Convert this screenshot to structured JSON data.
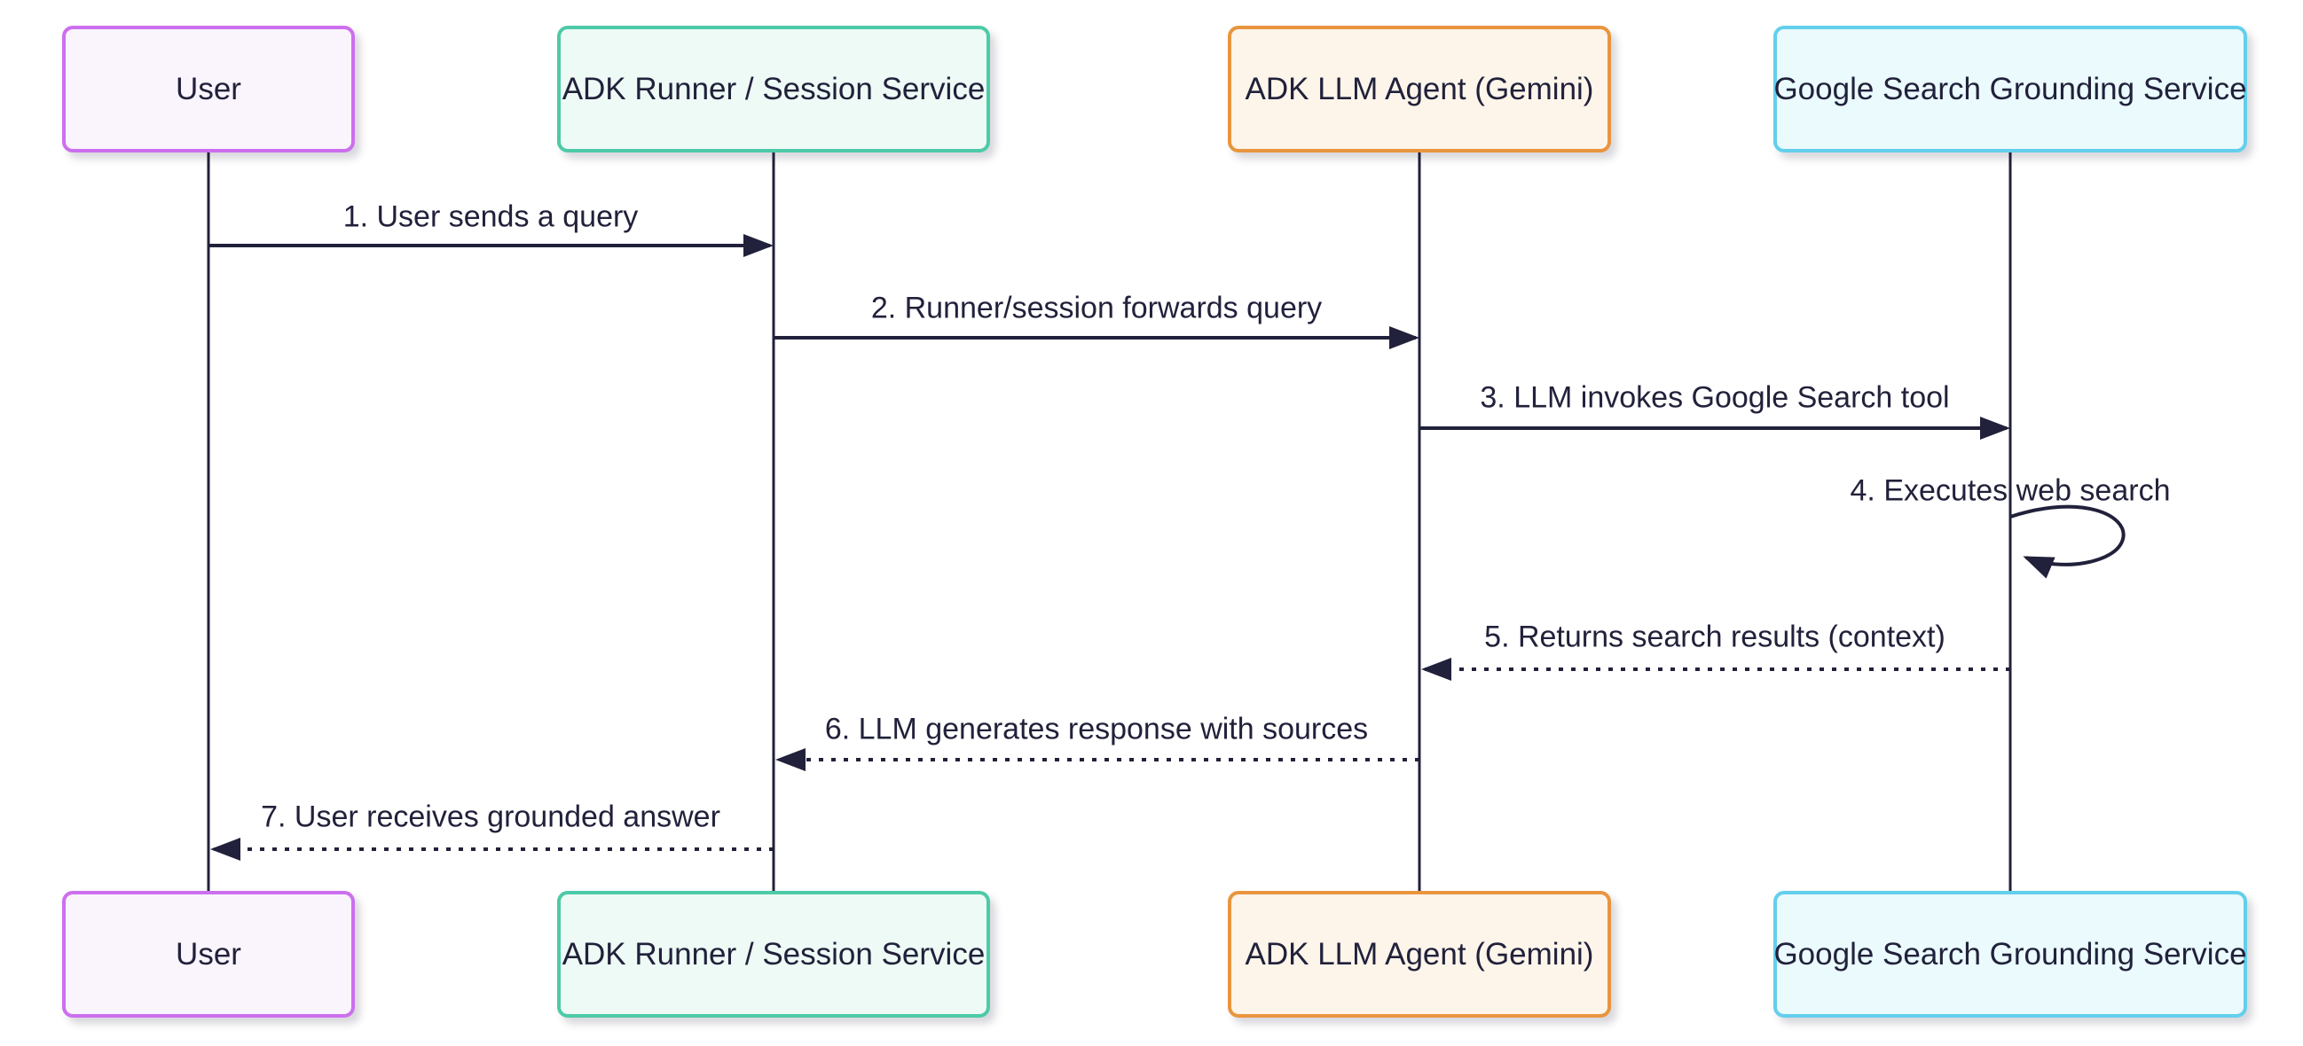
{
  "diagram": {
    "type": "sequence-diagram",
    "actors": [
      {
        "id": "user",
        "label": "User",
        "fill": "#faf4fc",
        "border": "#cc6fee"
      },
      {
        "id": "runner",
        "label": "ADK Runner / Session Service",
        "fill": "#eefaf5",
        "border": "#4dcaa7"
      },
      {
        "id": "agent",
        "label": "ADK LLM Agent (Gemini)",
        "fill": "#fdf5ea",
        "border": "#e9953f"
      },
      {
        "id": "google",
        "label": "Google Search Grounding Service",
        "fill": "#eafafd",
        "border": "#63cfec"
      }
    ],
    "messages": [
      {
        "seq": 1,
        "label": "1. User sends a query",
        "from": "user",
        "to": "runner",
        "style": "solid"
      },
      {
        "seq": 2,
        "label": "2. Runner/session forwards query",
        "from": "runner",
        "to": "agent",
        "style": "solid"
      },
      {
        "seq": 3,
        "label": "3. LLM invokes Google Search tool",
        "from": "agent",
        "to": "google",
        "style": "solid"
      },
      {
        "seq": 4,
        "label": "4. Executes web search",
        "from": "google",
        "to": "google",
        "style": "self-loop"
      },
      {
        "seq": 5,
        "label": "5. Returns search results (context)",
        "from": "google",
        "to": "agent",
        "style": "dotted"
      },
      {
        "seq": 6,
        "label": "6. LLM generates response with sources",
        "from": "agent",
        "to": "runner",
        "style": "dotted"
      },
      {
        "seq": 7,
        "label": "7. User receives grounded answer",
        "from": "runner",
        "to": "user",
        "style": "dotted"
      }
    ],
    "colors": {
      "background": "#ffffff",
      "line": "#21213b",
      "text": "#21213b"
    }
  }
}
